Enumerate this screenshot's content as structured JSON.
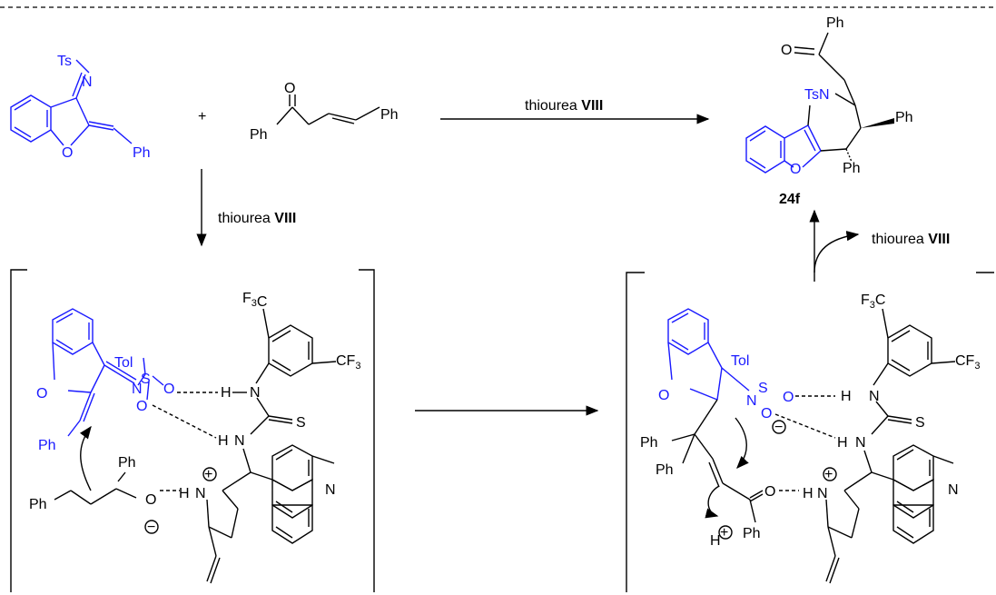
{
  "top_divider": "dashed",
  "colors": {
    "highlight": "#1a1aff",
    "ink": "#000000"
  },
  "labels": {
    "ts": "Ts",
    "n": "N",
    "o": "O",
    "ph": "Ph",
    "plus": "+",
    "tsn": "TsN",
    "compound_id": "24f",
    "catalyst_prefix": "thiourea ",
    "catalyst_name": "VIII",
    "tol": "Tol",
    "s": "S",
    "h": "H",
    "f3c": "F3C",
    "cf3": "CF3",
    "plus_charge": "+",
    "minus_charge": "−"
  },
  "arrows": {
    "main_top": {
      "label_prefix": "thiourea ",
      "label_bold": "VIII"
    },
    "down_left": {
      "label_prefix": "thiourea ",
      "label_bold": "VIII"
    },
    "up_right": {
      "label_prefix": "thiourea ",
      "label_bold": "VIII"
    },
    "middle": {
      "label_prefix": "",
      "label_bold": ""
    }
  }
}
